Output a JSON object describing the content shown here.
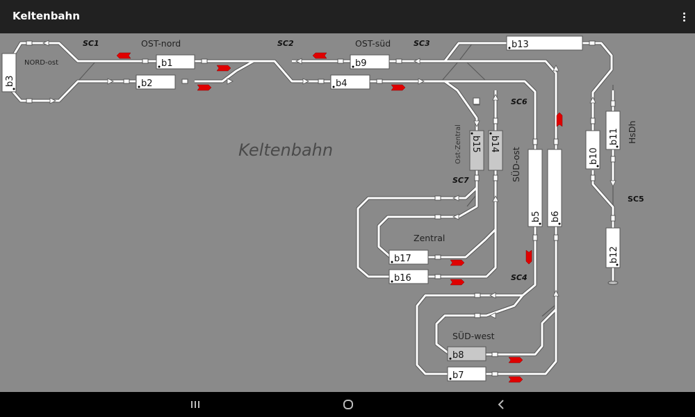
{
  "app": {
    "title": "Keltenbahn",
    "menu_icon": "more-vert-icon"
  },
  "layout_title": "Keltenbahn",
  "station_labels": {
    "nord_ost": "NORD-ost",
    "ost_nord": "OST-nord",
    "ost_sued": "OST-süd",
    "ost_zentral": "Ost-Zentral",
    "sued_ost": "SÜD-ost",
    "zentral": "Zentral",
    "sued_west": "SÜD-west",
    "hsdh": "HsDh"
  },
  "scenario_labels": {
    "sc1": "SC1",
    "sc2": "SC2",
    "sc3": "SC3",
    "sc4": "SC4",
    "sc5": "SC5",
    "sc6": "SC6",
    "sc7": "SC7"
  },
  "blocks": {
    "b1": "b1",
    "b2": "b2",
    "b3": "b3",
    "b4": "b4",
    "b5": "b5",
    "b6": "b6",
    "b7": "b7",
    "b8": "b8",
    "b9": "b9",
    "b10": "b10",
    "b11": "b11",
    "b12": "b12",
    "b13": "b13",
    "b14": "b14",
    "b15": "b15",
    "b16": "b16",
    "b17": "b17"
  },
  "occupied_blocks": [
    "b8",
    "b14",
    "b15"
  ],
  "colors": {
    "appbar": "#212121",
    "background": "#8a8a8a",
    "track": "#ffffff",
    "signal_red": "#e00000",
    "block_free": "#ffffff",
    "block_occupied": "#c8c8c8",
    "navbar": "#000000"
  },
  "navigation": {
    "recents_icon": "recent-apps-icon",
    "home_icon": "home-icon",
    "back_icon": "back-icon"
  }
}
